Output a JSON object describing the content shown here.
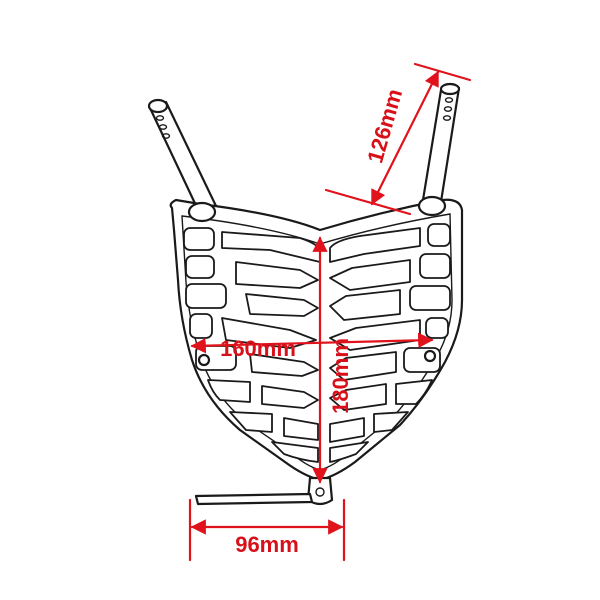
{
  "diagram": {
    "accent_color": "#e0121b",
    "dimensions": {
      "mount_height": "126mm",
      "width": "160mm",
      "height": "180mm",
      "bottom_width": "96mm"
    }
  }
}
